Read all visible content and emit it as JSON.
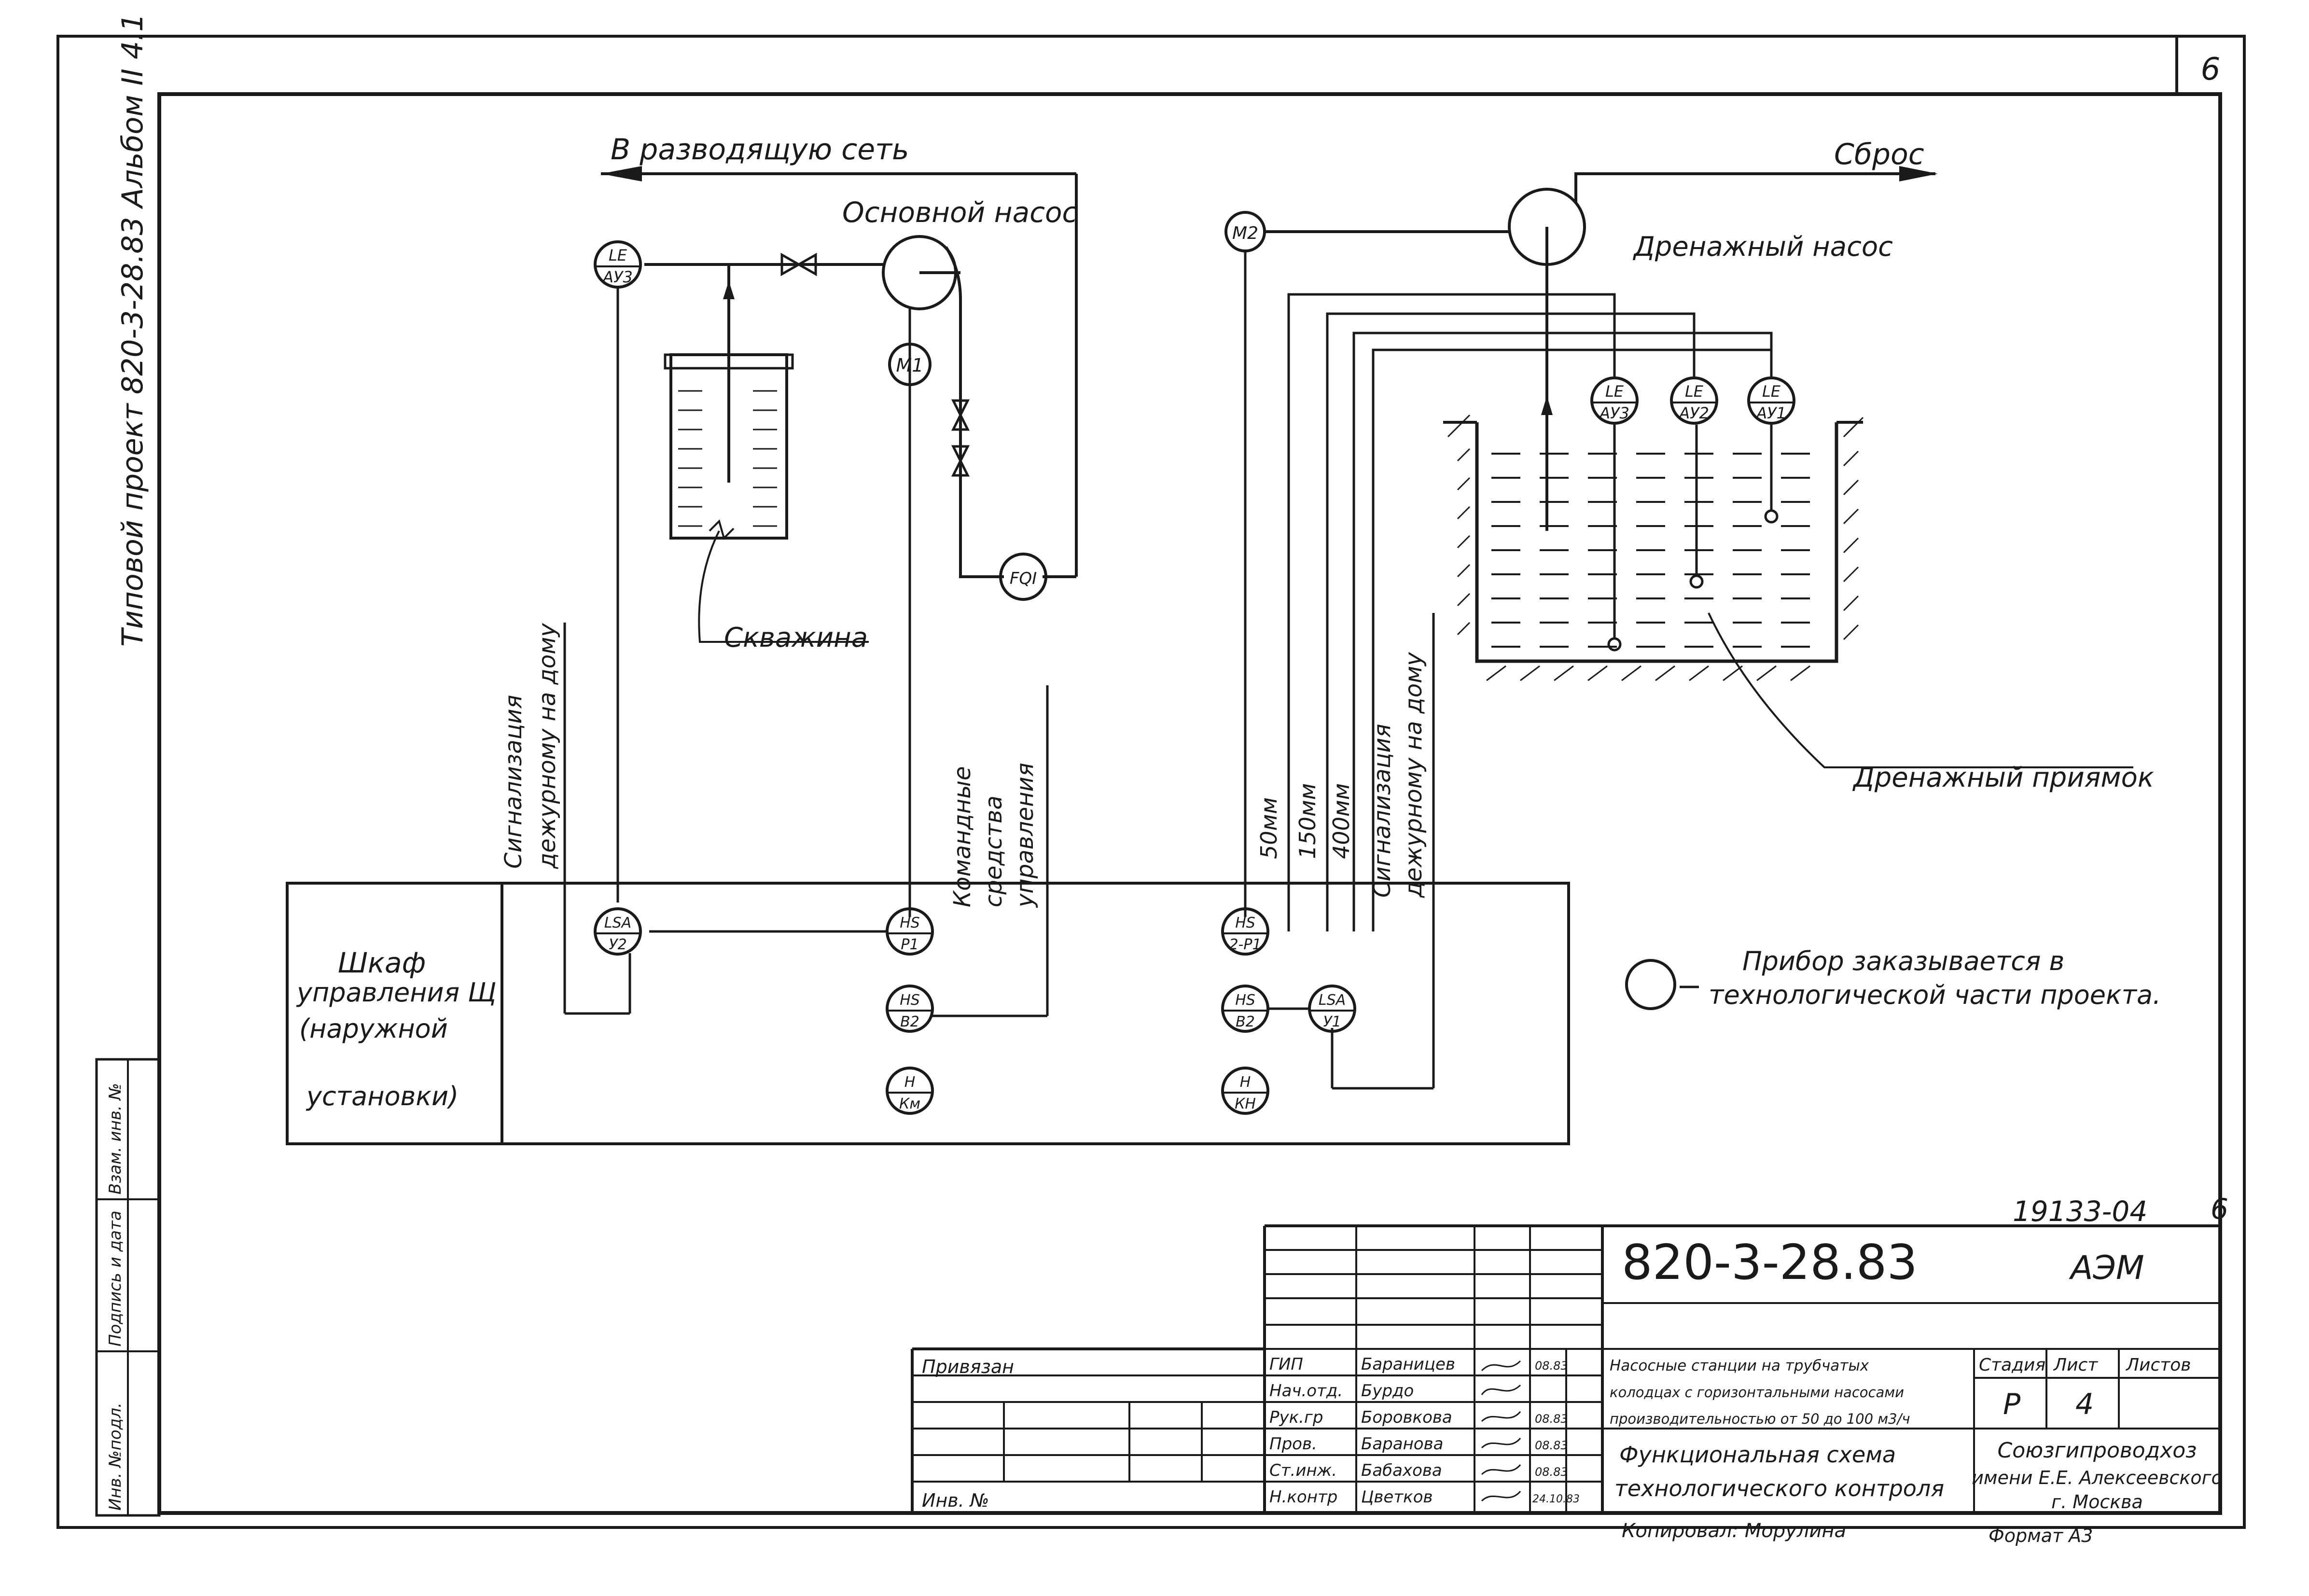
{
  "sheet": {
    "page_number": "6",
    "side_label": "Типовой проект 820-3-28.83 Альбом II 4.1",
    "copy_number": "19133-04",
    "copy_sheet": "6",
    "margin_stamp": [
      "Инв. №подл.",
      "Подпись и дата",
      "Взам. инв. №"
    ]
  },
  "diagram": {
    "labels": {
      "to_network": "В разводящую сеть",
      "discharge": "Сброс",
      "main_pump": "Основной насос",
      "drain_pump": "Дренажный насос",
      "well": "Скважина",
      "drain_pit": "Дренажный приямок",
      "cabinet": [
        "Шкаф",
        "управления Щ",
        "(наружной",
        "установки)"
      ],
      "signal_left": [
        "Сигнализация",
        "дежурному на дому"
      ],
      "signal_right": [
        "Сигнализация",
        "дежурному на дому"
      ],
      "command": [
        "Командные",
        "средства",
        "управления"
      ],
      "level_50": "50мм",
      "level_150": "150мм",
      "level_400": "400мм"
    },
    "instruments": {
      "le_ay3_left": [
        "LE",
        "АУ3"
      ],
      "m1": [
        "M1"
      ],
      "fqi": [
        "FQI"
      ],
      "m2": [
        "M2"
      ],
      "le_ay3_pit": [
        "LE",
        "АУ3"
      ],
      "le_ay2": [
        "LE",
        "АУ2"
      ],
      "le_ay1": [
        "LE",
        "АУ1"
      ],
      "lsa_y2": [
        "LSA",
        "У2"
      ],
      "hs_p1": [
        "HS",
        "Р1"
      ],
      "hs_b2_left": [
        "HS",
        "В2"
      ],
      "h_km": [
        "H",
        "Км"
      ],
      "hs_2p1": [
        "HS",
        "2-Р1"
      ],
      "hs_b2_right": [
        "HS",
        "В2"
      ],
      "lsa_y1": [
        "LSA",
        "У1"
      ],
      "h_kn": [
        "H",
        "КН"
      ]
    },
    "legend": [
      "Прибор заказывается в",
      "технологической части проекта."
    ]
  },
  "title_block": {
    "doc_number": "820-3-28.83",
    "mark": "АЭМ",
    "privyazan": "Привязан",
    "inv": "Инв. №",
    "project_title": [
      "Насосные станции на трубчатых",
      "колодцах с горизонтальными насосами",
      "производительностью от 50 до 100 м3/ч"
    ],
    "drawing_title": [
      "Функциональная схема",
      "технологического контроля"
    ],
    "stage_header": "Стадия",
    "sheet_header": "Лист",
    "sheets_header": "Листов",
    "stage": "Р",
    "sheet": "4",
    "org": [
      "Союзгипроводхоз",
      "имени Е.Е. Алексеевского",
      "г. Москва"
    ],
    "format": "Формат А3",
    "copied": "Копировал: Морулина",
    "staff": [
      {
        "role": "ГИП",
        "name": "Бараницев",
        "date": "08.83"
      },
      {
        "role": "Нач.отд.",
        "name": "Бурдо",
        "date": ""
      },
      {
        "role": "Рук.гр",
        "name": "Боровкова",
        "date": "08.83"
      },
      {
        "role": "Пров.",
        "name": "Баранова",
        "date": "08.83"
      },
      {
        "role": "Ст.инж.",
        "name": "Бабахова",
        "date": "08.83"
      },
      {
        "role": "Н.контр",
        "name": "Цветков",
        "date": "24.10.83"
      }
    ]
  }
}
